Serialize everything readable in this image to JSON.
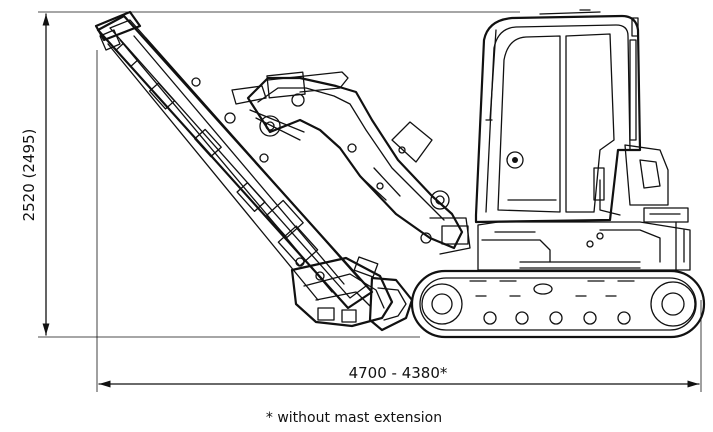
{
  "dimensions": {
    "height_label": "2520 (2495)",
    "length_label": "4700 - 4380*"
  },
  "footnote": "* without mast extension"
}
